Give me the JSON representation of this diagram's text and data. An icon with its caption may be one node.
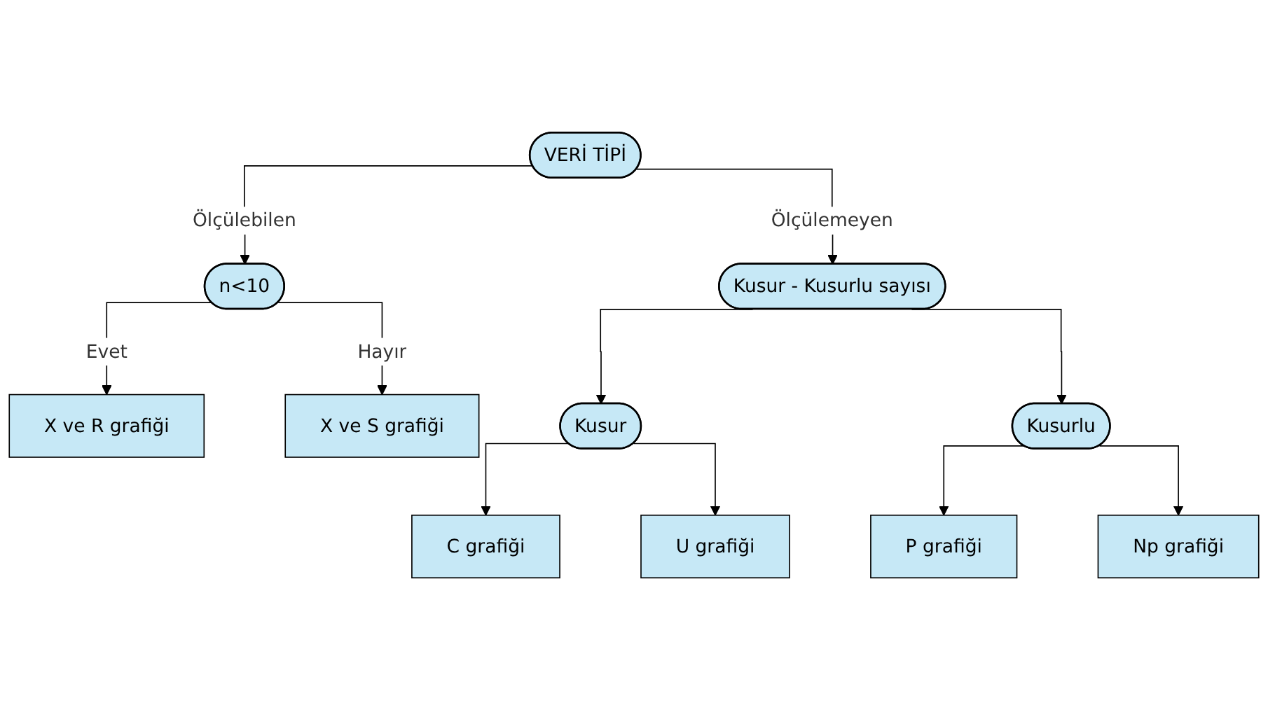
{
  "diagram": {
    "nodes": [
      {
        "text": [
          "VERİ TİPİ"
        ]
      },
      {
        "text": [
          "n<10"
        ]
      },
      {
        "text": [
          "Kusur - Kusurlu sayısı"
        ]
      },
      {
        "text": [
          "X ve R grafiği"
        ]
      },
      {
        "text": [
          "X ve S grafiği"
        ]
      },
      {
        "text": [
          "Kusur"
        ]
      },
      {
        "text": [
          "Kusurlu"
        ]
      },
      {
        "text": [
          "C grafiği"
        ]
      },
      {
        "text": [
          "U grafiği"
        ]
      },
      {
        "text": [
          "P grafiği"
        ]
      },
      {
        "text": [
          "Np grafiği"
        ]
      }
    ],
    "edges": [
      {
        "from": 0,
        "to": 1,
        "arrow": "to",
        "label": "Ölçülebilen"
      },
      {
        "from": 0,
        "to": 2,
        "arrow": "to",
        "label": "Ölçülemeyen"
      },
      {
        "from": 1,
        "to": 3,
        "arrow": "to",
        "label": "Evet"
      },
      {
        "from": 1,
        "to": 4,
        "arrow": "to",
        "label": "Hayır"
      },
      {
        "from": 2,
        "to": 5,
        "arrow": "to"
      },
      {
        "from": 2,
        "to": 6,
        "arrow": "to"
      },
      {
        "from": 5,
        "to": 7,
        "arrow": "to"
      },
      {
        "from": 5,
        "to": 8,
        "arrow": "to"
      },
      {
        "from": 6,
        "to": 9,
        "arrow": "to"
      },
      {
        "from": 6,
        "to": 10,
        "arrow": "to"
      }
    ]
  }
}
